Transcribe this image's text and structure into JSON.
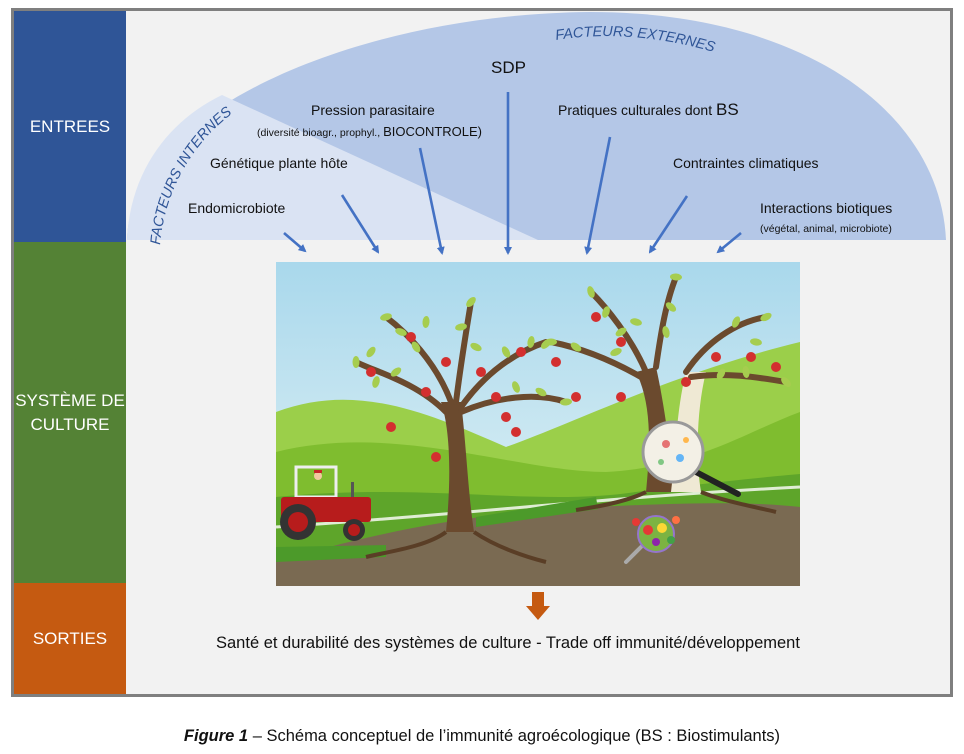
{
  "figure": {
    "rows": [
      {
        "id": "entrees",
        "label": "ENTREES",
        "color": "#2f5597"
      },
      {
        "id": "systeme",
        "label": "SYSTÈME DE CULTURE",
        "label_lines": [
          "SYSTÈME DE",
          "CULTURE"
        ],
        "color": "#548235"
      },
      {
        "id": "sorties",
        "label": "SORTIES",
        "color": "#c55a11"
      }
    ],
    "regions": {
      "internal": {
        "label": "FACTEURS INTERNES",
        "color": "#dae3f3"
      },
      "external": {
        "label": "FACTEURS EXTERNES",
        "color": "#b4c7e7"
      }
    },
    "inputs": {
      "endomicrobiote": "Endomicrobiote",
      "genetique": "Génétique plante hôte",
      "pression": "Pression parasitaire",
      "pression_sub_small": "(diversité bioagr., prophyl., ",
      "pression_sub_big": "BIOCONTROLE)",
      "sdp": "SDP",
      "pratiques": "Pratiques culturales dont ",
      "pratiques_big": "BS",
      "contraintes": "Contraintes climatiques",
      "interactions": "Interactions biotiques",
      "interactions_sub": "(végétal, animal, microbiote)"
    },
    "arrow_color": "#4472c4",
    "output_arrow_color": "#c55a11",
    "output": "Santé et durabilité des systèmes de culture - Trade off immunité/développement",
    "illustration": {
      "description": "Paysage agricole : tracteur, deux pommiers, loupes sur le microbiote",
      "elements": [
        "tractor",
        "apple-tree-left",
        "apple-tree-right",
        "magnifier-tree",
        "magnifier-soil"
      ]
    }
  },
  "caption": {
    "prefix": "Figure 1",
    "text": " – Schéma conceptuel de l’immunité agroécologique (BS : Biostimulants)"
  }
}
